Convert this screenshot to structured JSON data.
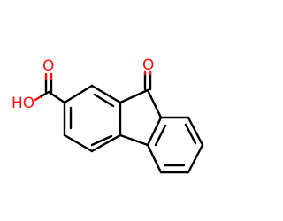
{
  "molecule": {
    "atom_labels": {
      "ketone_oxygen": "O",
      "carboxyl_carbonyl_oxygen": "O",
      "hydroxyl": "HO"
    },
    "colors": {
      "bond": "#000000",
      "oxygen": "#ff0d0d",
      "background": "#ffffff"
    }
  }
}
